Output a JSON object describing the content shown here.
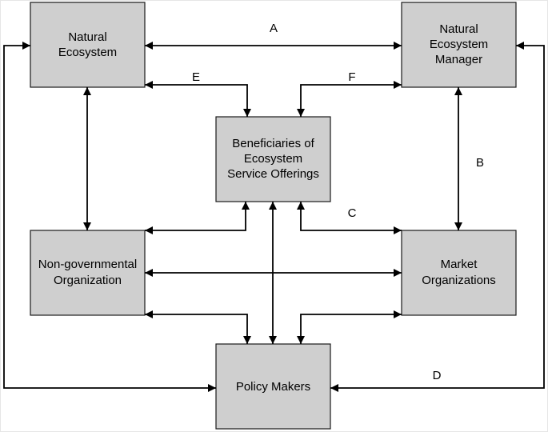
{
  "nodes": {
    "natural_ecosystem": {
      "lines": [
        "Natural",
        "Ecosystem"
      ]
    },
    "ecosystem_manager": {
      "lines": [
        "Natural",
        "Ecosystem",
        "Manager"
      ]
    },
    "beneficiaries": {
      "lines": [
        "Beneficiaries of",
        "Ecosystem",
        "Service Offerings"
      ]
    },
    "ngo": {
      "lines": [
        "Non-governmental",
        "Organization"
      ]
    },
    "market": {
      "lines": [
        "Market",
        "Organizations"
      ]
    },
    "policy": {
      "lines": [
        "Policy Makers"
      ]
    }
  },
  "edge_labels": {
    "a": "A",
    "b": "B",
    "c": "C",
    "d": "D",
    "e": "E",
    "f": "F"
  },
  "colors": {
    "box_fill": "#cfcfcf",
    "box_stroke": "#1a1a1a",
    "edge": "#000000"
  }
}
